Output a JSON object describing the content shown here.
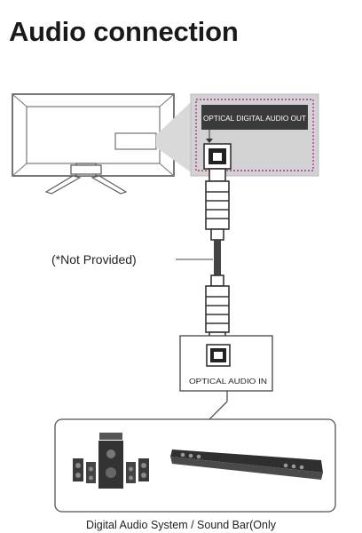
{
  "title": "Audio connection",
  "labels": {
    "optical_out": "OPTICAL DIGITAL AUDIO OUT",
    "not_provided": "(*Not Provided)",
    "optical_in": "OPTICAL AUDIO IN",
    "caption": "Digital Audio System / Sound Bar(Only"
  }
}
